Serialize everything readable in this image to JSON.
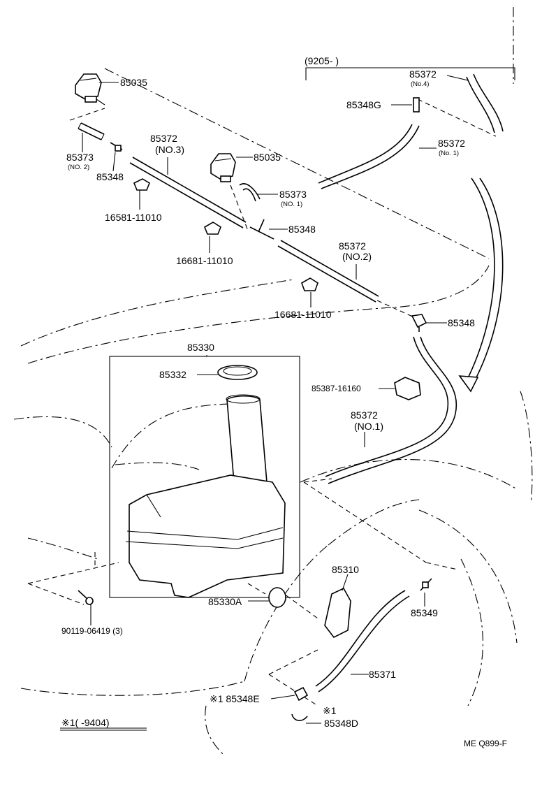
{
  "labels": {
    "p85035_a": "85035",
    "p85035_b": "85035",
    "p85373_a": "85373",
    "p85373_a_sub": "(NO. 2)",
    "p85348_a": "85348",
    "p16581_a": "16581-11010",
    "p85372_no3": "85372",
    "p85372_no3_sub": "(NO.3)",
    "p85373_b": "85373",
    "p85373_b_sub": "(NO. 1)",
    "p85348_b": "85348",
    "p16681_a": "16681-11010",
    "p85372_no2": "85372",
    "p85372_no2_sub": "(NO.2)",
    "p16681_b": "16681-11010",
    "p85348_c": "85348",
    "range_bracket": "(9205-        )",
    "p85372_no4": "85372",
    "p85372_no4_sub": "(No.4)",
    "p85348g": "85348G",
    "p85372_no1_top": "85372",
    "p85372_no1_top_sub": "(No. 1)",
    "p85330": "85330",
    "p85332": "85332",
    "p85387": "85387-16160",
    "p85372_no1": "85372",
    "p85372_no1_sub": "(NO.1)",
    "p85310": "85310",
    "p85349": "85349",
    "p85330a": "85330A",
    "p90119": "90119-06419 (3)",
    "p85371": "85371",
    "p85348e": "※1 85348E",
    "mark1": "※1",
    "p85348d": "85348D",
    "footnote": "※1(        -9404)",
    "drawing_code": "ME  Q899-F"
  }
}
